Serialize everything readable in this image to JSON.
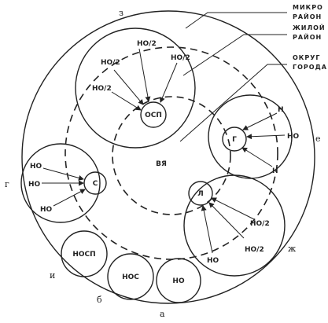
{
  "legend": {
    "micro_district_1": "МИКРО",
    "micro_district_2": "РАЙОН",
    "residential_district_1": "ЖИЛОЙ",
    "residential_district_2": "РАЙОН",
    "city_district_1": "ОКРУГ",
    "city_district_2": "ГОРОДА"
  },
  "center": {
    "label": "ВЯ"
  },
  "nodes": {
    "top_center": "ОСП",
    "right_center": "Г",
    "left_center": "С",
    "bottom_right_center": "Л",
    "bubble_nosp": "НОСП",
    "bubble_nos": "НОС",
    "bubble_no": "НО"
  },
  "top_inputs": [
    "НО/2",
    "НО/2",
    "НО/2",
    "НО/2"
  ],
  "right_inputs": [
    "Н",
    "НО",
    "Н"
  ],
  "left_inputs": [
    "НО",
    "НО",
    "НО"
  ],
  "bottom_right_inputs": [
    "НО",
    "НО/2",
    "НО/2"
  ],
  "letters": {
    "top": "з",
    "left": "г",
    "right": "е",
    "bottom_right": "ж",
    "bottom_left": "и",
    "bottom": "б",
    "bottom_center": "а"
  }
}
